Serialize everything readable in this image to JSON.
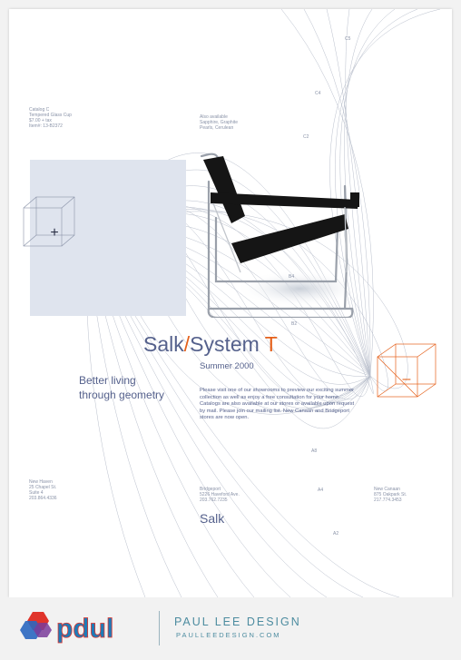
{
  "headline": {
    "part1": "Salk",
    "slash": "/",
    "part2": "System ",
    "letter": "T"
  },
  "subtitle": "Summer 2000",
  "tagline": {
    "line1": "Better living",
    "line2": "through geometry"
  },
  "body_text": "Please visit one of our showrooms to preview our exciting summer collection as well as enjoy a free consultation for your home. Catalogs are also available at our stores or available upon request by mail. Please join our mailing list. New Canaan and Bridgeport stores are now open.",
  "catalog": {
    "line1": "Catalog C",
    "line2": "Tempered Glass Cup",
    "line3": "$7.00 + tax",
    "line4": "Item#: 13-B2372"
  },
  "also_available": {
    "line1": "Also available",
    "line2": "Sapphire, Graphite",
    "line3": "Pearls, Cerulean"
  },
  "locations": [
    {
      "name": "New Haven",
      "line1": "25 Chapel St.",
      "line2": "Suite 4",
      "phone": "203.864.4336"
    },
    {
      "name": "Bridgeport",
      "line1": "5226 Haveford Ave.",
      "line2": "",
      "phone": "203.762.7235"
    },
    {
      "name": "New Canaan",
      "line1": "875 Oakpark St.",
      "line2": "",
      "phone": "217.774.3453"
    }
  ],
  "brand_word": "Salk",
  "grid_labels": [
    "C5",
    "C4",
    "C2",
    "B4",
    "B2",
    "A8",
    "A4",
    "A2"
  ],
  "footer": {
    "logo_text": "pdul",
    "company": "PAUL LEE DESIGN",
    "url": "PAULLEEDESIGN.COM"
  },
  "symbols": {
    "plus": "+",
    "minus": "–"
  },
  "colors": {
    "accent_orange": "#e5601a",
    "text_blue": "#55618c",
    "footer_teal": "#4d8ca0",
    "shade": "#dfe4ee"
  }
}
